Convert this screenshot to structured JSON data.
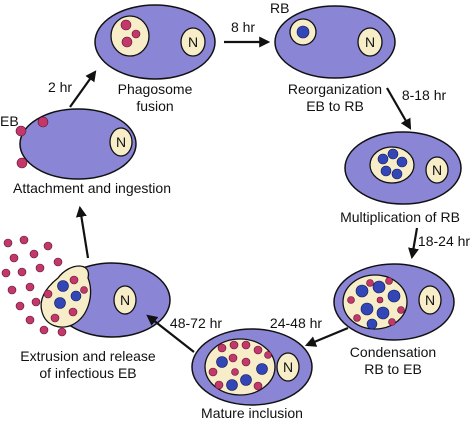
{
  "diagram": {
    "colors": {
      "cell": "#8b85d6",
      "inclusion": "#f7edc9",
      "elementary_body": "#c2386b",
      "reticulate_body": "#3346b8"
    },
    "nucleus_label": "N",
    "eb_label": "EB",
    "rb_label": "RB",
    "stages": [
      {
        "id": "attachment",
        "label_lines": [
          "Attachment and ingestion"
        ]
      },
      {
        "id": "phagosome",
        "label_lines": [
          "Phagosome",
          "fusion"
        ]
      },
      {
        "id": "reorganization",
        "label_lines": [
          "Reorganization",
          "EB to RB"
        ]
      },
      {
        "id": "multiplication",
        "label_lines": [
          "Multiplication of RB"
        ]
      },
      {
        "id": "condensation",
        "label_lines": [
          "Condensation",
          "RB to EB"
        ]
      },
      {
        "id": "mature",
        "label_lines": [
          "Mature inclusion"
        ]
      },
      {
        "id": "extrusion",
        "label_lines": [
          "Extrusion and release",
          "of infectious EB"
        ]
      }
    ],
    "times": {
      "t_2hr": "2 hr",
      "t_8hr": "8 hr",
      "t_8_18hr": "8-18 hr",
      "t_18_24hr": "18-24 hr",
      "t_24_48hr": "24-48 hr",
      "t_48_72hr": "48-72 hr"
    }
  }
}
